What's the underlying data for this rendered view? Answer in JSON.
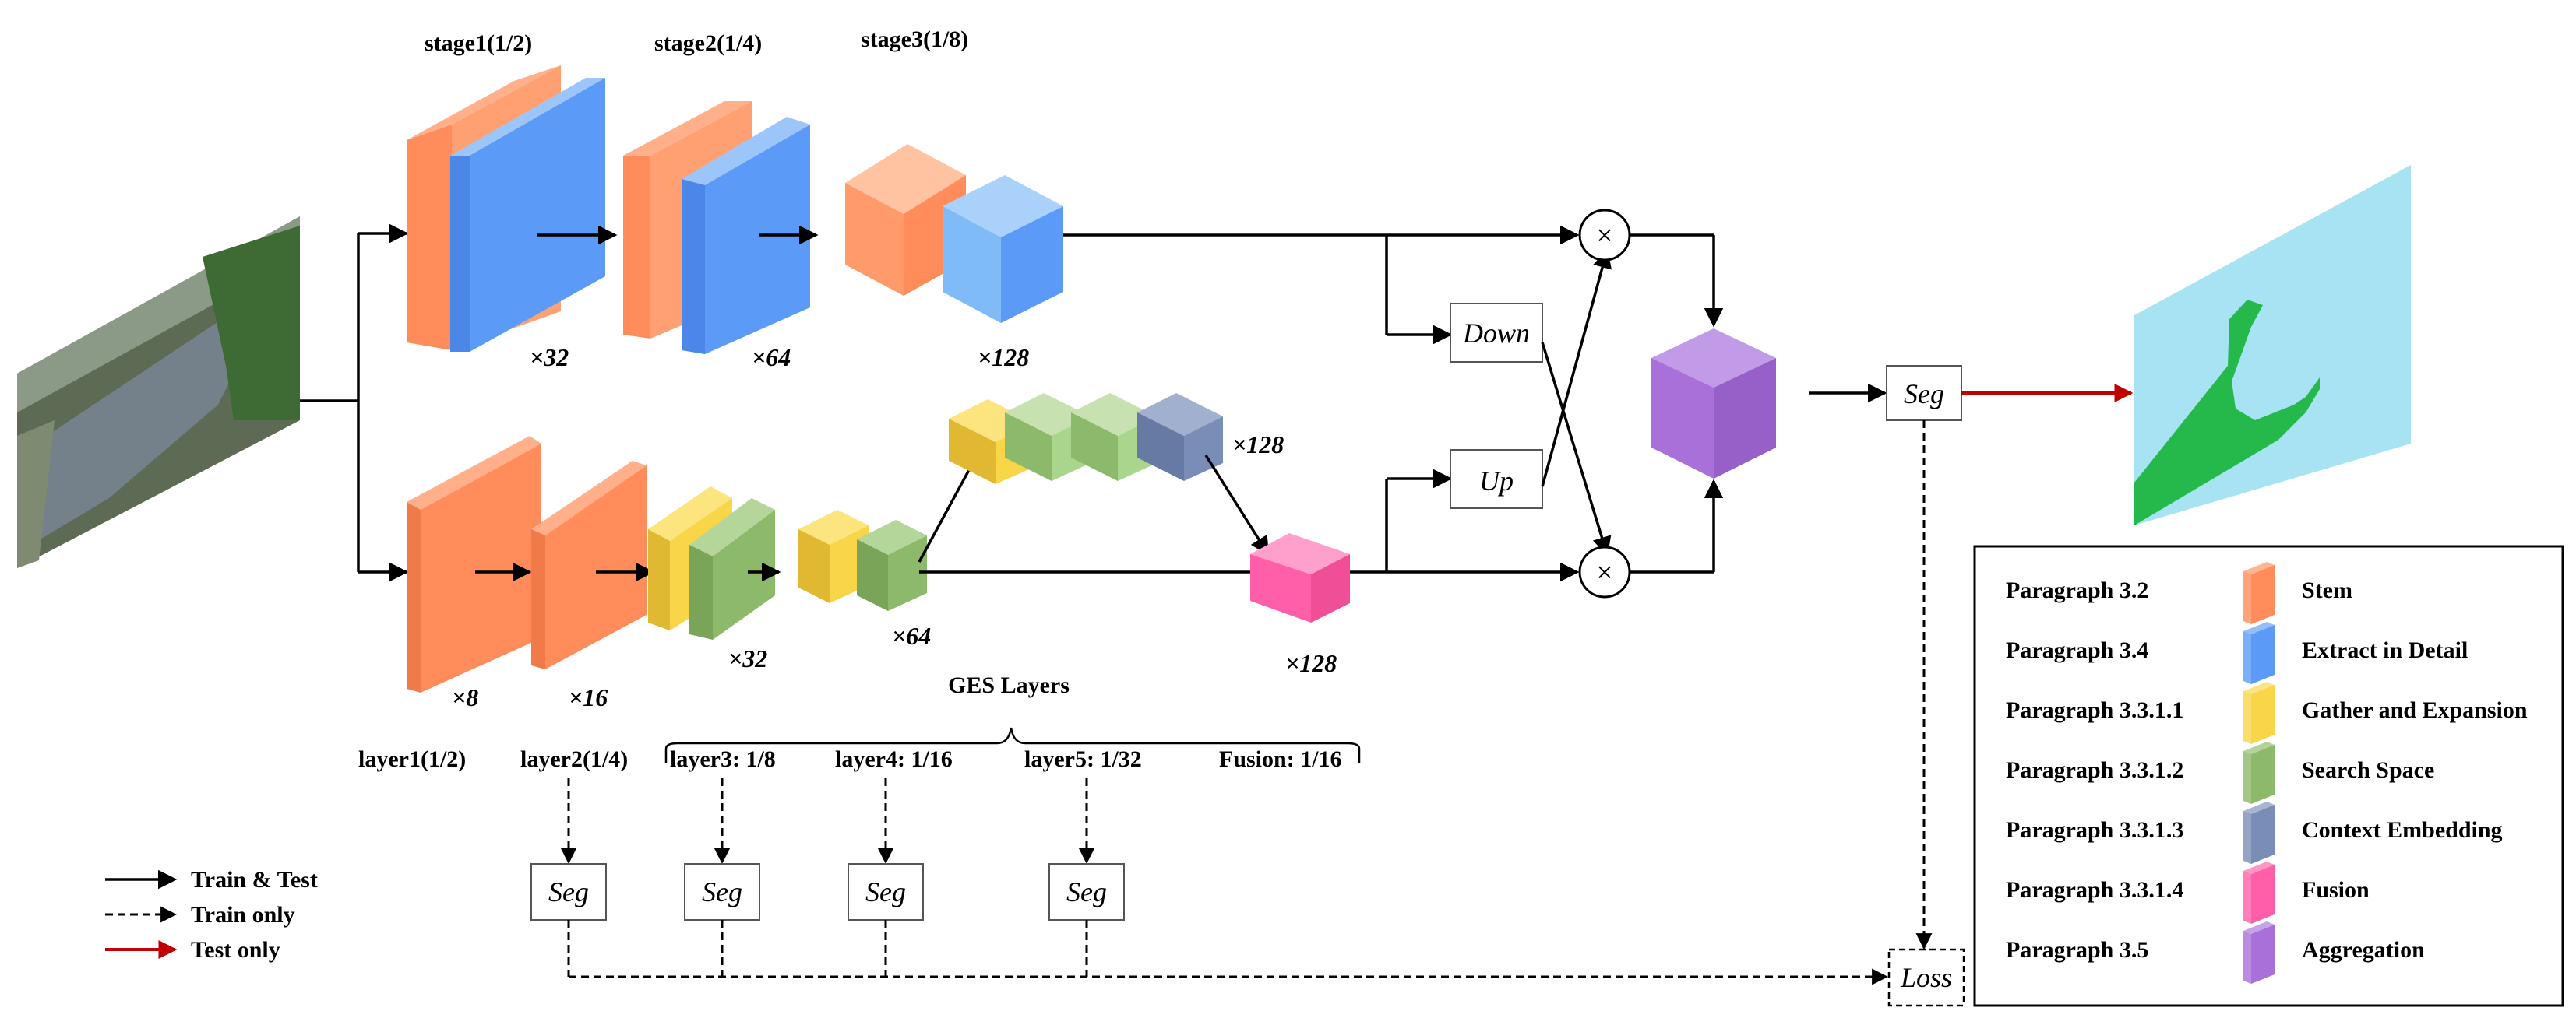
{
  "colors": {
    "stem": "#FF8C5A",
    "extract": "#5B9BF7",
    "gather": "#F9D548",
    "search": "#8DB96A",
    "context": "#7A8DB7",
    "fusion": "#FF5FA8",
    "aggregation": "#A970D9",
    "pale_orange": "#FFA072",
    "pale_blue": "#7EBBF7",
    "pale_green": "#A9D68C",
    "red_arrow": "#c00000",
    "output_bg": "#A7E3F2",
    "output_mask": "#25B84B"
  },
  "stages": {
    "stage1": "stage1(1/2)",
    "stage2": "stage2(1/4)",
    "stage3": "stage3(1/8)"
  },
  "mults": {
    "s1": "×32",
    "s2": "×64",
    "s3": "×128",
    "l1": "×8",
    "l2": "×16",
    "l3": "×32",
    "l4": "×64",
    "ges": "×128",
    "fusion": "×128"
  },
  "layers": {
    "ges_title": "GES Layers",
    "layer1": "layer1(1/2)",
    "layer2": "layer2(1/4)",
    "layer3": "layer3: 1/8",
    "layer4": "layer4: 1/16",
    "layer5": "layer5: 1/32",
    "fusion": "Fusion: 1/16"
  },
  "boxes": {
    "down": "Down",
    "up": "Up",
    "seg": "Seg",
    "loss": "Loss",
    "multiply": "×"
  },
  "arrow_legend": {
    "train_test": "Train & Test",
    "train_only": "Train only",
    "test_only": "Test only"
  },
  "legend": [
    {
      "paragraph": "Paragraph 3.2",
      "label": "Stem",
      "color": "#FF8C5A"
    },
    {
      "paragraph": "Paragraph 3.4",
      "label": "Extract in Detail",
      "color": "#5B9BF7"
    },
    {
      "paragraph": "Paragraph 3.3.1.1",
      "label": "Gather and Expansion",
      "color": "#F9D548"
    },
    {
      "paragraph": "Paragraph 3.3.1.2",
      "label": "Search Space",
      "color": "#8DB96A"
    },
    {
      "paragraph": "Paragraph 3.3.1.3",
      "label": "Context Embedding",
      "color": "#7A8DB7"
    },
    {
      "paragraph": "Paragraph 3.3.1.4",
      "label": "Fusion",
      "color": "#FF5FA8"
    },
    {
      "paragraph": "Paragraph 3.5",
      "label": "Aggregation",
      "color": "#A970D9"
    }
  ]
}
